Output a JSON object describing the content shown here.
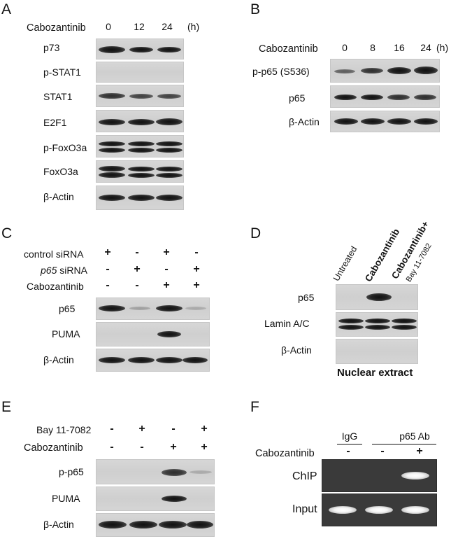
{
  "panels": {
    "A": {
      "letter": "A",
      "treatment": "Cabozantinib",
      "timepoints": [
        "0",
        "12",
        "24"
      ],
      "unit": "(h)",
      "rows": [
        "p73",
        "p-STAT1",
        "STAT1",
        "E2F1",
        "p-FoxO3a",
        "FoxO3a",
        "β-Actin"
      ]
    },
    "B": {
      "letter": "B",
      "treatment": "Cabozantinib",
      "timepoints": [
        "0",
        "8",
        "16",
        "24"
      ],
      "unit": "(h)",
      "rows": [
        "p-p65 (S536)",
        "p65",
        "β-Actin"
      ]
    },
    "C": {
      "letter": "C",
      "conditions": [
        {
          "label": "control siRNA",
          "signs": [
            "+",
            "-",
            "+",
            "-"
          ]
        },
        {
          "label_italic": "p65",
          "label_rest": " siRNA",
          "signs": [
            "-",
            "+",
            "-",
            "+"
          ]
        },
        {
          "label": "Cabozantinib",
          "signs": [
            "-",
            "-",
            "+",
            "+"
          ]
        }
      ],
      "rows": [
        "p65",
        "PUMA",
        "β-Actin"
      ]
    },
    "D": {
      "letter": "D",
      "lanes": [
        "Untreated",
        "Cabozantinib",
        "Cabozantinib+",
        "Bay 11-7082"
      ],
      "rows": [
        "p65",
        "Lamin A/C",
        "β-Actin"
      ],
      "caption": "Nuclear extract"
    },
    "E": {
      "letter": "E",
      "conditions": [
        {
          "label": "Bay 11-7082",
          "signs": [
            "-",
            "+",
            "-",
            "+"
          ]
        },
        {
          "label": "Cabozantinib",
          "signs": [
            "-",
            "-",
            "+",
            "+"
          ]
        }
      ],
      "rows": [
        "p-p65",
        "PUMA",
        "β-Actin"
      ]
    },
    "F": {
      "letter": "F",
      "groups": [
        "IgG",
        "p65 Ab"
      ],
      "treatment": "Cabozantinib",
      "signs": [
        "-",
        "-",
        "+"
      ],
      "rows": [
        "ChIP",
        "Input"
      ]
    }
  }
}
